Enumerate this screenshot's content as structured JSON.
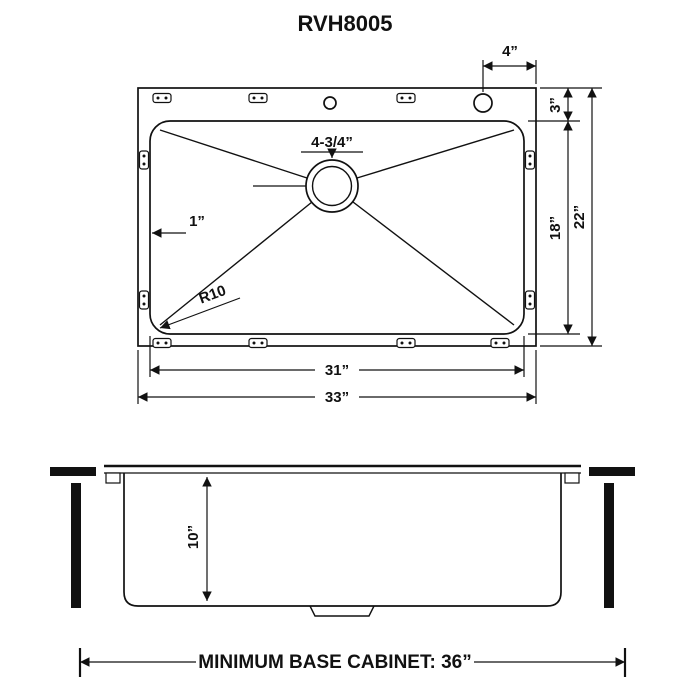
{
  "title": "RVH8005",
  "colors": {
    "line": "#111111",
    "background": "#ffffff"
  },
  "top_view": {
    "faucet_offset": "4”",
    "deck_depth": "3”",
    "bowl_front_to_back": "18”",
    "overall_front_to_back": "22”",
    "drain_diameter": "4-3/4”",
    "rim_width": "1”",
    "corner_radius": "R10",
    "bowl_width": "31”",
    "overall_width": "33”"
  },
  "side_view": {
    "bowl_height": "10”"
  },
  "footer": {
    "label": "MINIMUM BASE CABINET: 36”"
  }
}
